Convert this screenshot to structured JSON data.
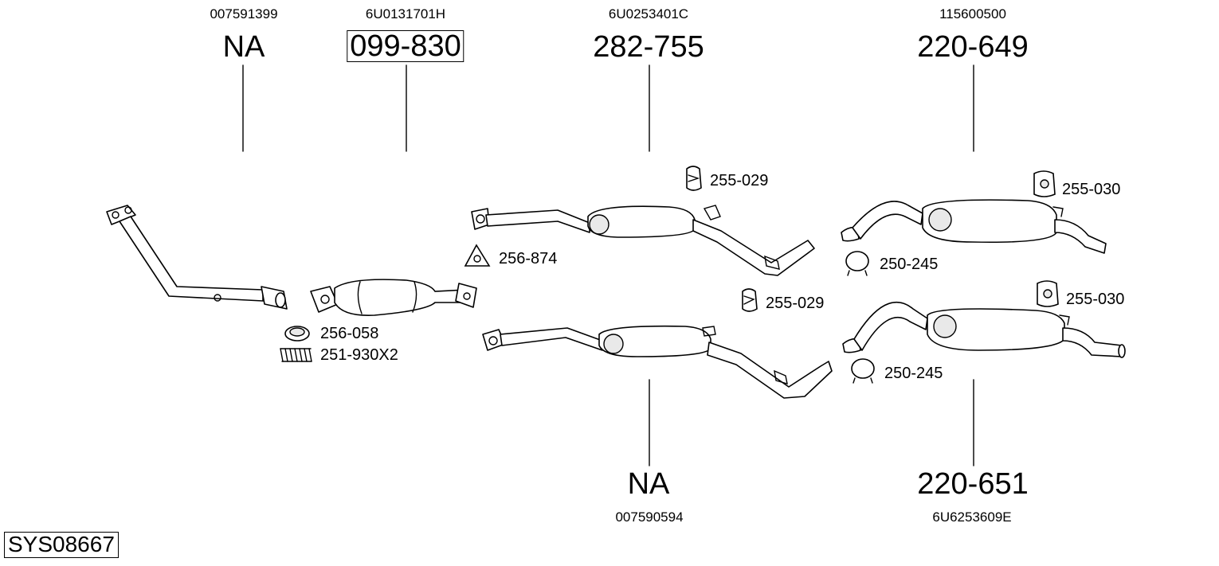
{
  "diagram_id": "SYS08667",
  "groups": [
    {
      "oem": "007591399",
      "part": "NA",
      "boxed": false
    },
    {
      "oem": "6U0131701H",
      "part": "099-830",
      "boxed": true
    },
    {
      "oem": "6U0253401C",
      "part": "282-755",
      "boxed": false
    },
    {
      "oem": "115600500",
      "part": "220-649",
      "boxed": false
    },
    {
      "oem": "007590594",
      "part": "NA",
      "boxed": false
    },
    {
      "oem": "6U6253609E",
      "part": "220-651",
      "boxed": false
    }
  ],
  "accessories": [
    {
      "code": "256-058",
      "icon": "gasket-ring-icon"
    },
    {
      "code": "251-930X2",
      "icon": "spring-icon"
    },
    {
      "code": "256-874",
      "icon": "triangle-gasket-icon"
    },
    {
      "code": "255-029",
      "icon": "rubber-mount-icon"
    },
    {
      "code": "255-029",
      "icon": "rubber-mount-icon"
    },
    {
      "code": "255-030",
      "icon": "rubber-hanger-icon"
    },
    {
      "code": "250-245",
      "icon": "clamp-icon"
    },
    {
      "code": "255-030",
      "icon": "rubber-hanger-icon"
    },
    {
      "code": "250-245",
      "icon": "clamp-icon"
    }
  ]
}
